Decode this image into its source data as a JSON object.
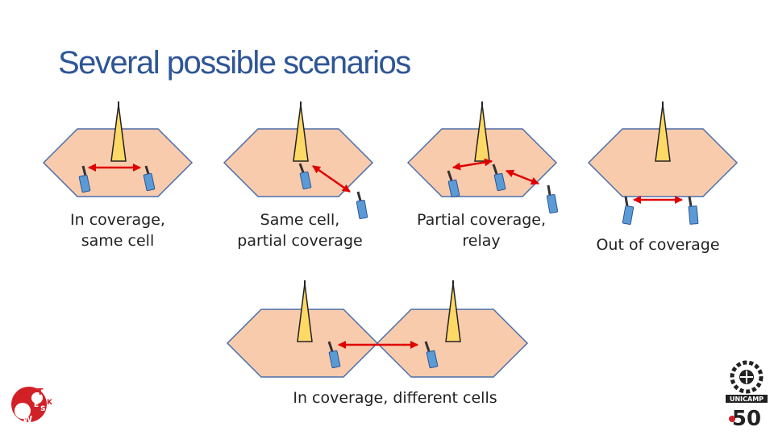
{
  "title": "Several possible scenarios",
  "scenarios": [
    {
      "caption_line1": "In coverage,",
      "caption_line2": "same cell"
    },
    {
      "caption_line1": "Same cell,",
      "caption_line2": "partial coverage"
    },
    {
      "caption_line1": "Partial coverage,",
      "caption_line2": "relay"
    },
    {
      "caption_line1": "Out of coverage",
      "caption_line2": ""
    },
    {
      "caption_line1": "In coverage, different cells",
      "caption_line2": ""
    }
  ],
  "logos": {
    "left_letters": [
      "T",
      "E",
      "S",
      "W",
      "K"
    ],
    "right_text": "UNICAMP",
    "right_number": "50"
  },
  "colors": {
    "title": "#2e5597",
    "cell_fill": "#f8cbad",
    "cell_stroke": "#4a6ea9",
    "tower_fill": "#ffd966",
    "device_fill": "#5b9bd5",
    "link_arrow": "#e00000"
  }
}
